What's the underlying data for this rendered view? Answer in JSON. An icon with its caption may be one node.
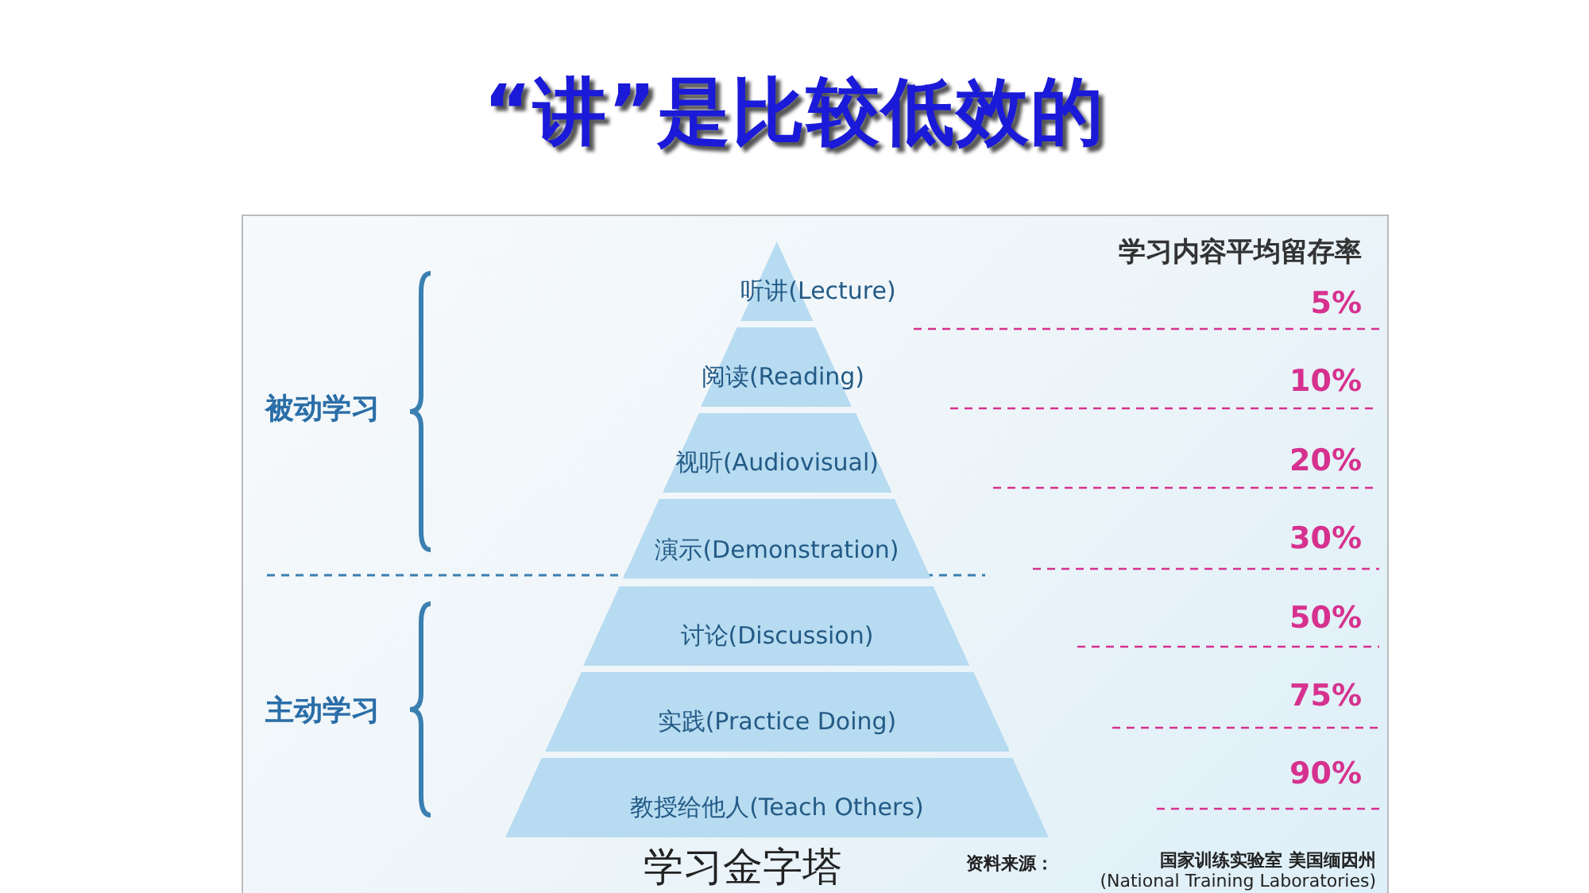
{
  "diagram": {
    "title": "“讲”是比较低效的",
    "nodes": [
      {
        "text": [
          "听讲(Lecture)"
        ]
      },
      {
        "text": [
          "阅读(Reading)"
        ]
      },
      {
        "text": [
          "视听(Audiovisual)"
        ]
      },
      {
        "text": [
          "演示(Demonstration)"
        ]
      },
      {
        "text": [
          "讨论(Discussion)"
        ]
      },
      {
        "text": [
          "实践(Practice Doing)"
        ]
      },
      {
        "text": [
          "教授给他人(Teach Others)"
        ]
      }
    ],
    "labels": [
      "学习内容平均留存率",
      "5%",
      "10%",
      "20%",
      "30%",
      "50%",
      "75%",
      "90%",
      "被动学习",
      "主动学习",
      "学习金字塔",
      "资料来源：",
      "国家训练实验室 美国缅因州",
      "(National Training Laboratories)"
    ]
  }
}
